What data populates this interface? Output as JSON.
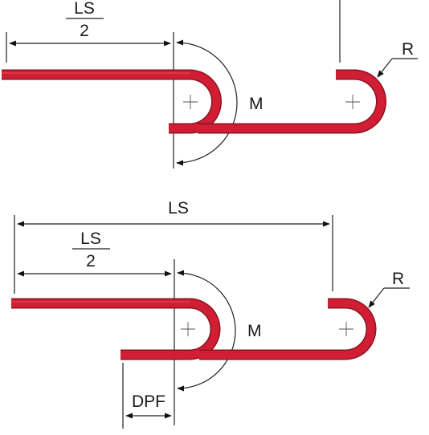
{
  "diagram": {
    "colors": {
      "bar": "#d21e35",
      "bar_edge": "#8a1420",
      "lines": "#222222"
    },
    "top": {
      "half_span_numerator": "LS",
      "half_span_denominator": "2",
      "hook_label": "M",
      "radius_label": "R"
    },
    "bottom": {
      "span_label": "LS",
      "half_span_numerator": "LS",
      "half_span_denominator": "2",
      "hook_label": "M",
      "radius_label": "R",
      "offset_label": "DPF"
    }
  }
}
